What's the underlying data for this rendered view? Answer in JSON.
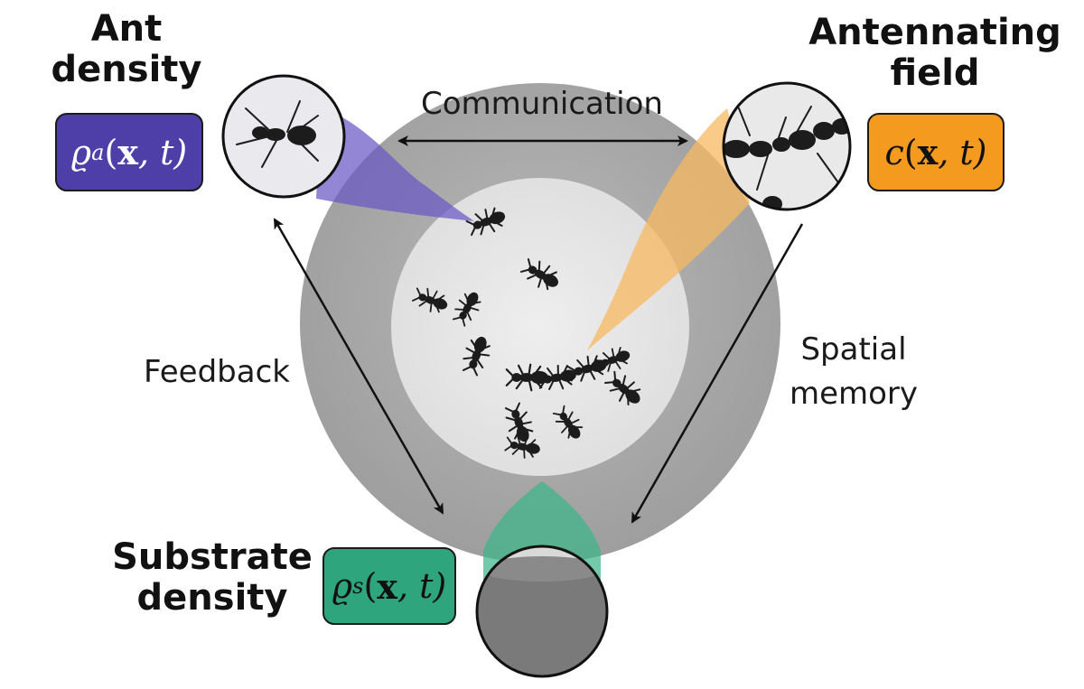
{
  "labels": {
    "ant_density": [
      "Ant",
      "density"
    ],
    "antennating_field": [
      "Antennating",
      "field"
    ],
    "substrate_density": [
      "Substrate",
      "density"
    ],
    "communication": "Communication",
    "feedback": "Feedback",
    "spatial_memory": [
      "Spatial",
      "memory"
    ]
  },
  "formulas": {
    "ant": {
      "symbol": "ϱ",
      "sub": "a",
      "open": "(",
      "bold": "x",
      "rest": ", t)"
    },
    "antennating": {
      "symbol": "c",
      "sub": "",
      "open": "(",
      "bold": "x",
      "rest": ", t)"
    },
    "substrate": {
      "symbol": "ϱ",
      "sub": "s",
      "open": "(",
      "bold": "x",
      "rest": ", t)"
    }
  },
  "colors": {
    "ant_purple": "#4e3fa8",
    "antennating_orange": "#f39a1f",
    "substrate_green": "#2ea57c",
    "arena_outer": "#a9a9a9",
    "arena_inner": "#e7e7e7",
    "ant_body": "#1c1c1c"
  }
}
